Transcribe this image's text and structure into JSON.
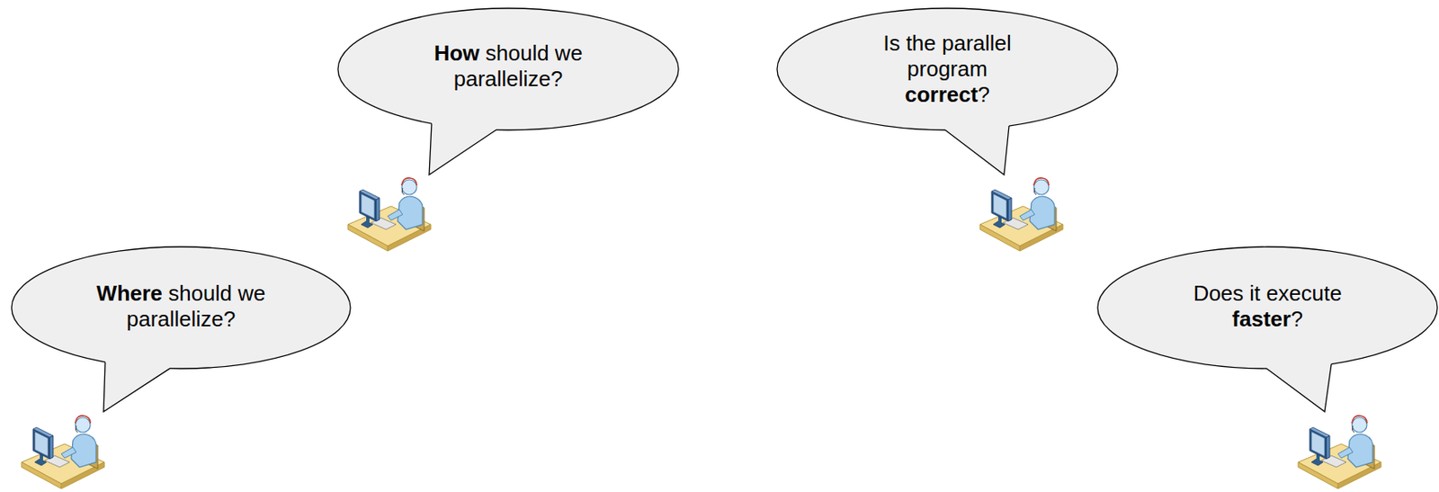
{
  "diagram": {
    "nodes": [
      {
        "text": [
          "Where should we parallelize?"
        ]
      },
      {
        "text": [
          "How should we parallelize?"
        ]
      },
      {
        "text": [
          "Is the parallel program correct?"
        ]
      },
      {
        "text": [
          "Does it execute faster?"
        ]
      }
    ]
  }
}
